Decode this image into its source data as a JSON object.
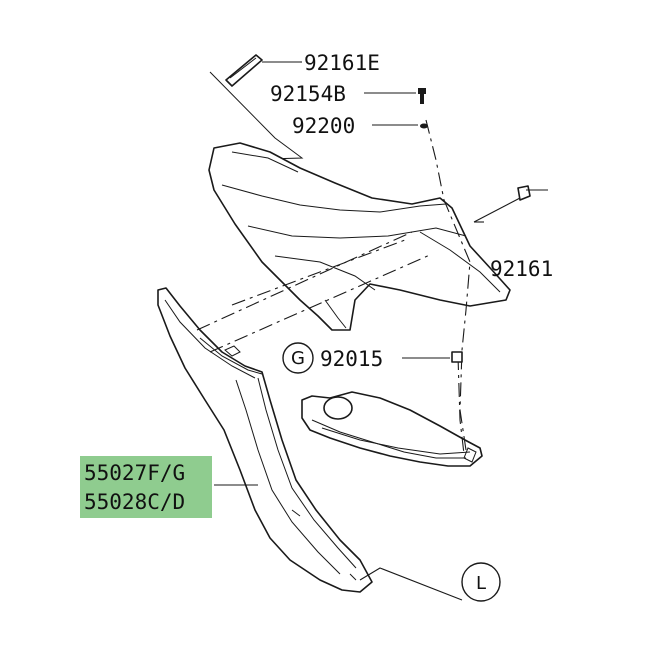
{
  "colors": {
    "line": "#1a1a1a",
    "highlight": "#8fcc8f",
    "background": "#ffffff"
  },
  "callouts": {
    "c92161e": "92161E",
    "c92154b": "92154B",
    "c92200": "92200",
    "c92161": "92161",
    "c92015": "92015",
    "g_marker": "G",
    "l_marker": "L",
    "highlighted_line1": "55027F/G",
    "highlighted_line2": "55028C/D"
  }
}
